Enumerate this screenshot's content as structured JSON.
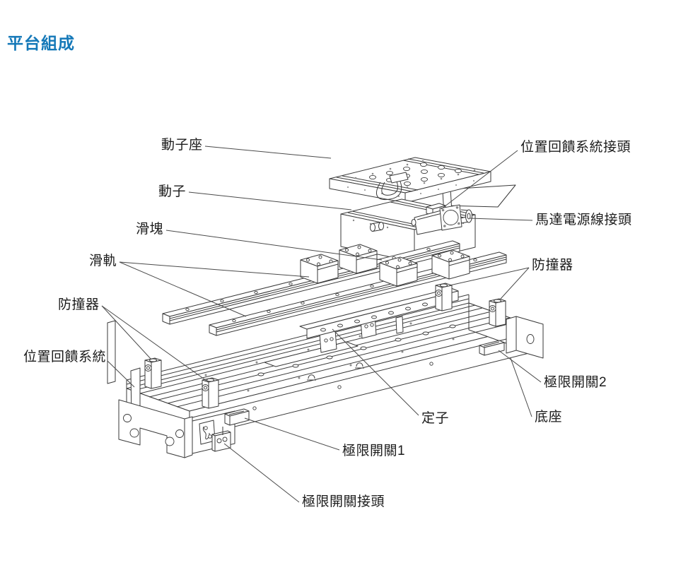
{
  "page": {
    "title": "平台組成",
    "title_color": "#1478B8",
    "background": "#ffffff"
  },
  "diagram": {
    "type": "exploded-isometric-line-drawing",
    "subject": "linear-motor-single-axis-stage",
    "line_color": "#3a3a3a",
    "leader_line_color": "#4a4a4a"
  },
  "labels": {
    "mover_seat": "動子座",
    "feedback_connector": "位置回饋系統接頭",
    "mover": "動子",
    "motor_power_connector": "馬達電源線接頭",
    "slider_block": "滑塊",
    "rail": "滑軌",
    "bumper_right": "防撞器",
    "bumper_left": "防撞器",
    "feedback_system": "位置回饋系統",
    "limit_switch_2": "極限開關2",
    "base": "底座",
    "stator": "定子",
    "limit_switch_1": "極限開關1",
    "limit_switch_connector": "極限開關接頭"
  }
}
